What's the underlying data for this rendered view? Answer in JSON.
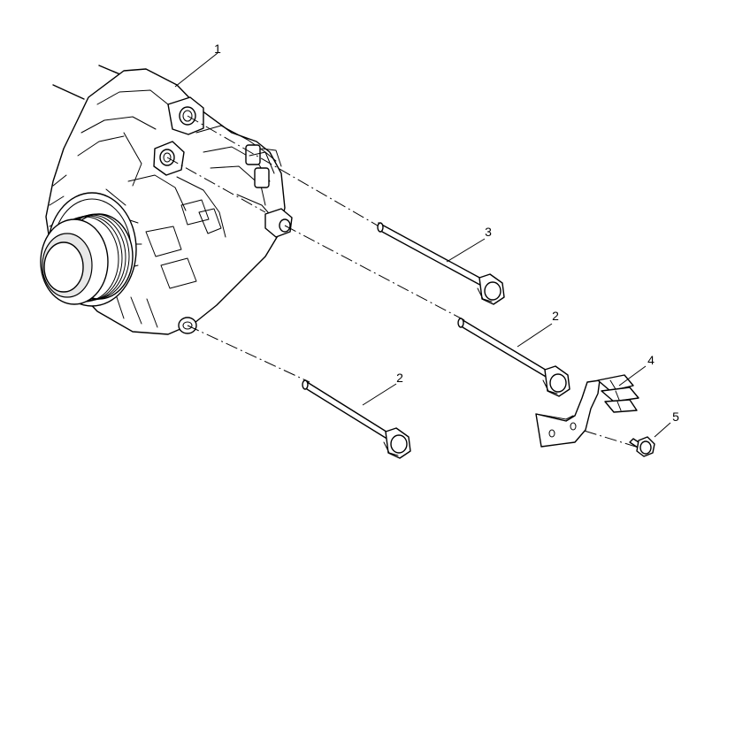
{
  "callouts": [
    {
      "id": "c1",
      "label": "1"
    },
    {
      "id": "c2a",
      "label": "2"
    },
    {
      "id": "c2b",
      "label": "2"
    },
    {
      "id": "c3",
      "label": "3"
    },
    {
      "id": "c4",
      "label": "4"
    },
    {
      "id": "c5",
      "label": "5"
    }
  ]
}
